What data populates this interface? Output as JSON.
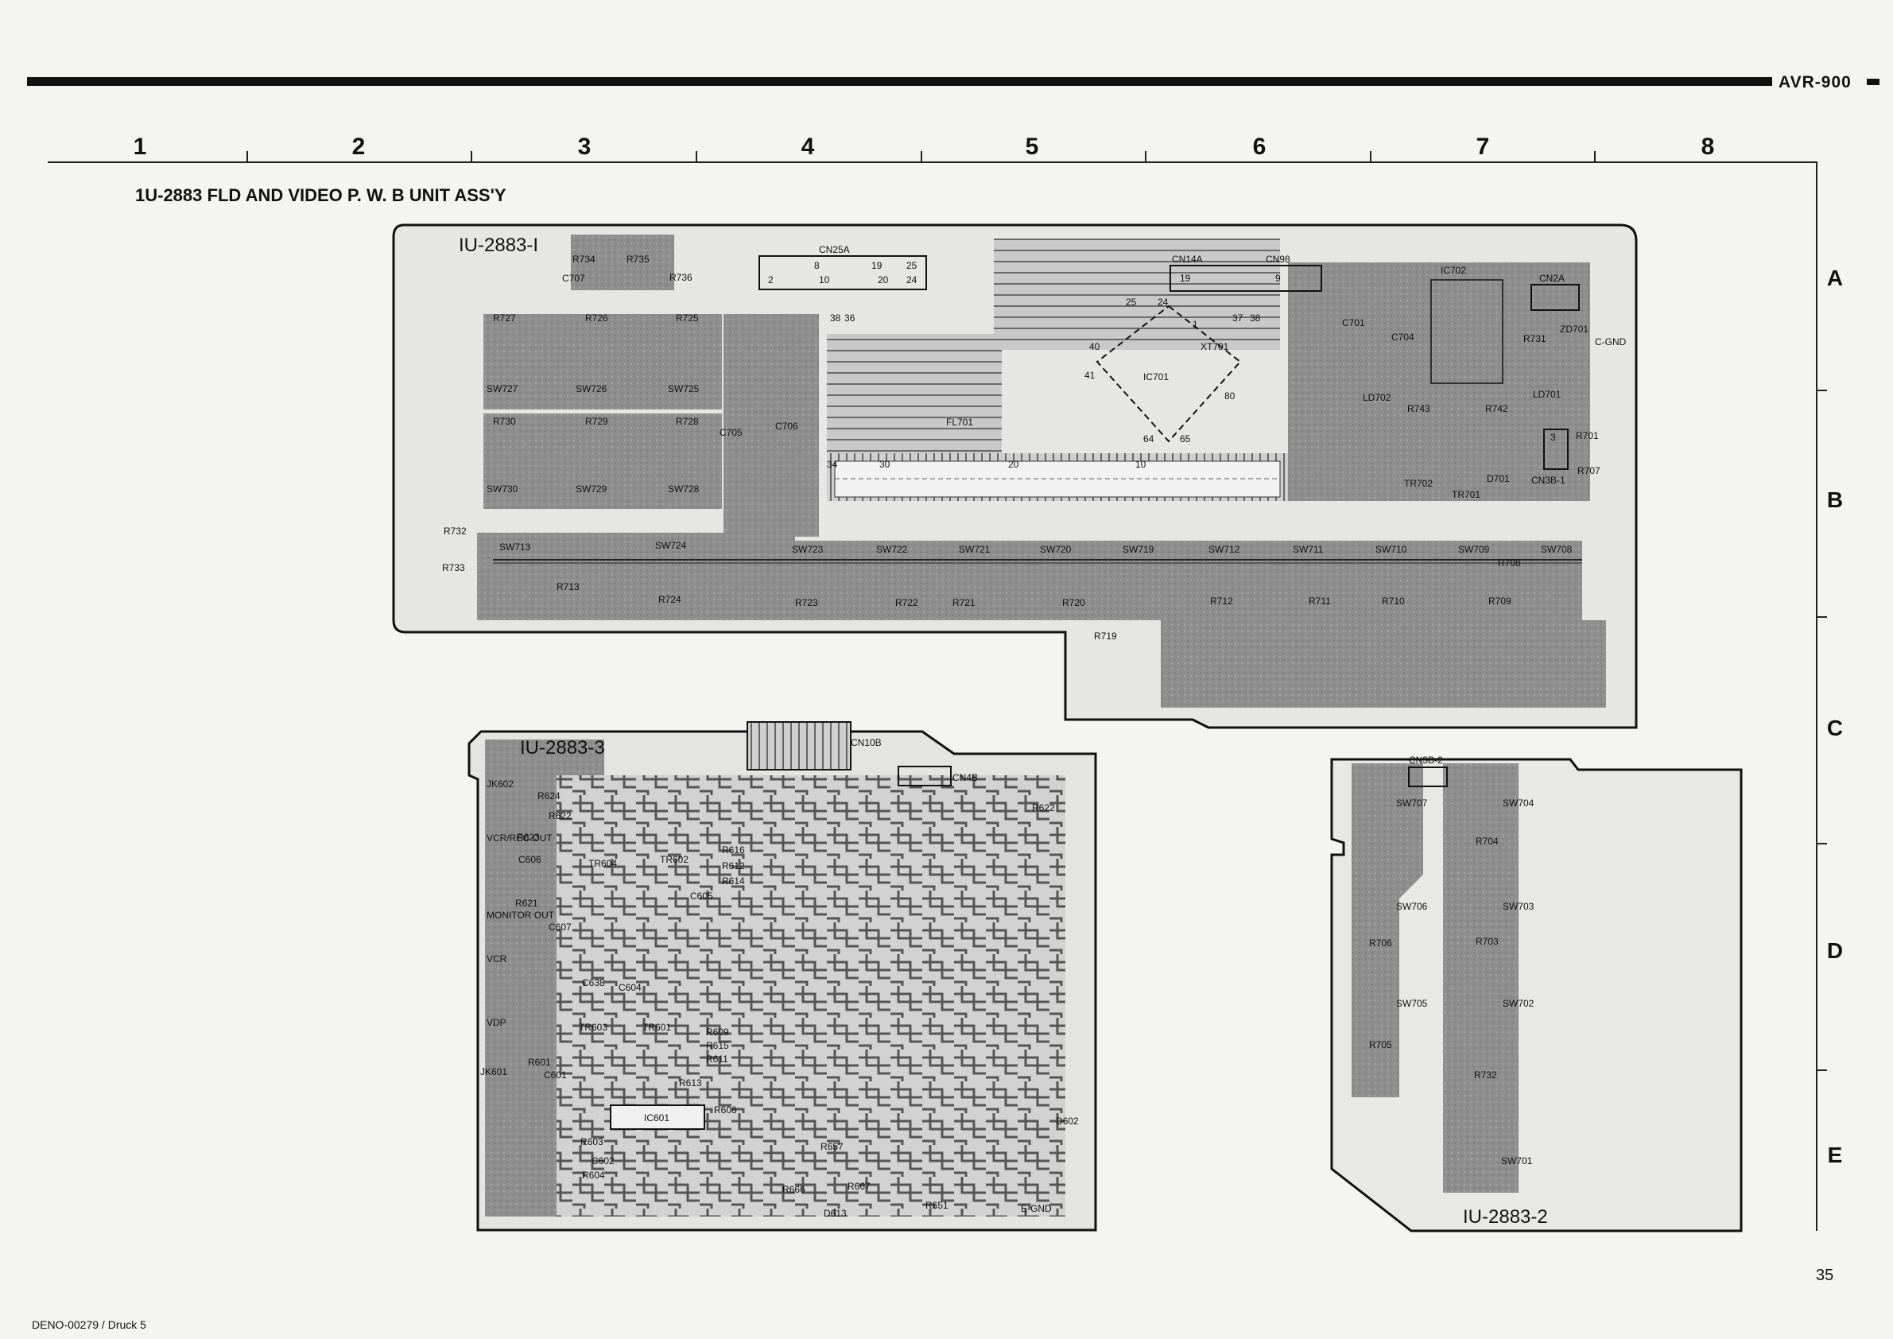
{
  "header": {
    "model": "AVR-900"
  },
  "columns": [
    "1",
    "2",
    "3",
    "4",
    "5",
    "6",
    "7",
    "8"
  ],
  "rows": [
    "A",
    "B",
    "C",
    "D",
    "E"
  ],
  "title": "1U-2883 FLD AND VIDEO P. W. B UNIT ASS'Y",
  "boards": {
    "board1": "IU-2883-I",
    "board2": "IU-2883-2",
    "board3": "IU-2883-3"
  },
  "components": {
    "board1_top": [
      "R734",
      "R735",
      "C707",
      "R736",
      "CN25A",
      "CN14A",
      "CN98",
      "IC702",
      "CN2A",
      "ZD701",
      "C-GND",
      "R727",
      "R726",
      "R725",
      "SW727",
      "SW726",
      "SW725",
      "R730",
      "R729",
      "R728",
      "SW730",
      "SW729",
      "SW728",
      "C705",
      "C706",
      "IC701",
      "FL701",
      "XT701",
      "C701",
      "C704",
      "LD702",
      "LD701",
      "R743",
      "R742",
      "R731",
      "R701",
      "R707",
      "CN3B-1",
      "D701",
      "TR702",
      "TR701"
    ],
    "board1_switches": [
      "SW713",
      "SW724",
      "SW723",
      "SW722",
      "SW721",
      "SW720",
      "SW719",
      "SW712",
      "SW711",
      "SW710",
      "SW709",
      "SW708"
    ],
    "board1_resistors": [
      "R732",
      "R733",
      "R713",
      "R724",
      "R723",
      "R722",
      "R721",
      "R720",
      "R719",
      "R712",
      "R711",
      "R710",
      "R709",
      "R708"
    ],
    "board3": [
      "CN10B",
      "CN4B",
      "R622",
      "JK602",
      "R624",
      "R622",
      "R623",
      "VCR/REC OUT",
      "MONITOR OUT",
      "VCR",
      "VDP",
      "JK601",
      "C606",
      "R621",
      "C607",
      "TR604",
      "TR602",
      "R616",
      "R612",
      "R614",
      "C605",
      "C638",
      "C604",
      "TR603",
      "TR601",
      "R609",
      "R615",
      "R611",
      "R601",
      "C601",
      "R613",
      "R608",
      "IC601",
      "R603",
      "C602",
      "R604",
      "D602",
      "R657",
      "R666",
      "R667",
      "D613",
      "R651",
      "E-GND"
    ],
    "board2": [
      "CN3B-2",
      "SW707",
      "SW704",
      "R704",
      "SW706",
      "SW703",
      "R706",
      "R703",
      "SW705",
      "SW702",
      "R705",
      "R732",
      "SW701"
    ]
  },
  "pin_labels": [
    "2",
    "8",
    "10",
    "19",
    "20",
    "24",
    "25",
    "38",
    "36",
    "25",
    "24",
    "19",
    "9",
    "40",
    "41",
    "80",
    "64",
    "65",
    "34",
    "30",
    "20",
    "10",
    "37",
    "38",
    "1",
    "3"
  ],
  "page": {
    "number": "35",
    "footer": "DENO-00279 / Druck 5"
  }
}
